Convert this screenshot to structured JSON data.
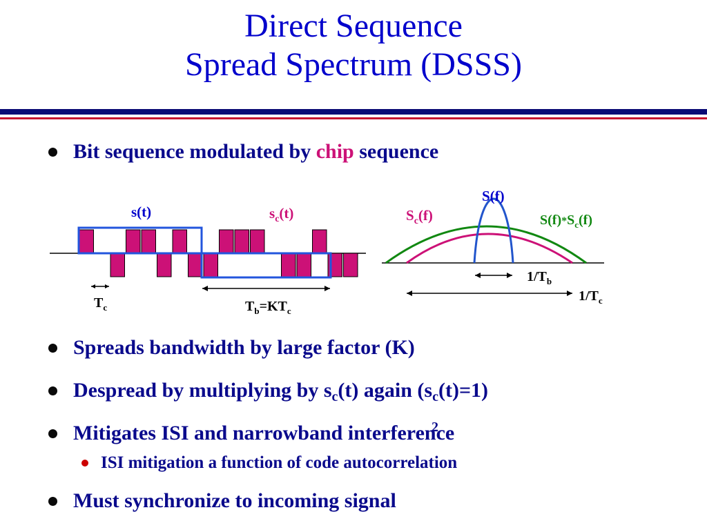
{
  "title": {
    "line1": "Direct Sequence",
    "line2": "Spread Spectrum (DSSS)"
  },
  "bullets": {
    "b1": {
      "pre": "Bit sequence modulated by ",
      "highlight": "chip",
      "post": " sequence"
    },
    "b2": "Spreads bandwidth by large factor (K)",
    "b3": {
      "pre": "Despread by multiplying by s",
      "sub1": "c",
      "mid": "(t) again (s",
      "sub2": "c",
      "sup": "2",
      "post": "(t)=1)"
    },
    "b4": "Mitigates ISI and narrowband interference",
    "b4_sub": "ISI mitigation a function of code autocorrelation",
    "b5": "Must synchronize to incoming signal"
  },
  "time_diagram": {
    "st_label": "s(t)",
    "sct_label_base": "s",
    "sct_label_sub": "c",
    "sct_label_post": "(t)",
    "tc_base": "T",
    "tc_sub": "c",
    "tb_base": "T",
    "tb_sub": "b",
    "tb_mid": "=KT",
    "tb_sub2": "c",
    "chips": [
      1,
      0,
      -1,
      1,
      1,
      -1,
      1,
      -1,
      -1,
      1,
      1,
      1,
      0,
      -1,
      -1,
      1,
      -1,
      -1
    ],
    "colors": {
      "signal": "#2255dd",
      "chip": "#cc1177",
      "ink": "#000000",
      "label_blue": "#0000cc",
      "label_pink": "#cc1177"
    }
  },
  "freq_diagram": {
    "sf_label": "S(f)",
    "scf_base": "S",
    "scf_sub": "c",
    "scf_post": "(f)",
    "conv_pre": "S(f)",
    "conv_star": "*",
    "conv_base": "S",
    "conv_sub": "c",
    "conv_post": "(f)",
    "tb_base": "1/T",
    "tb_sub": "b",
    "tc_base": "1/T",
    "tc_sub": "c",
    "colors": {
      "sf": "#2255cc",
      "scf": "#cc1177",
      "conv": "#118811"
    }
  }
}
